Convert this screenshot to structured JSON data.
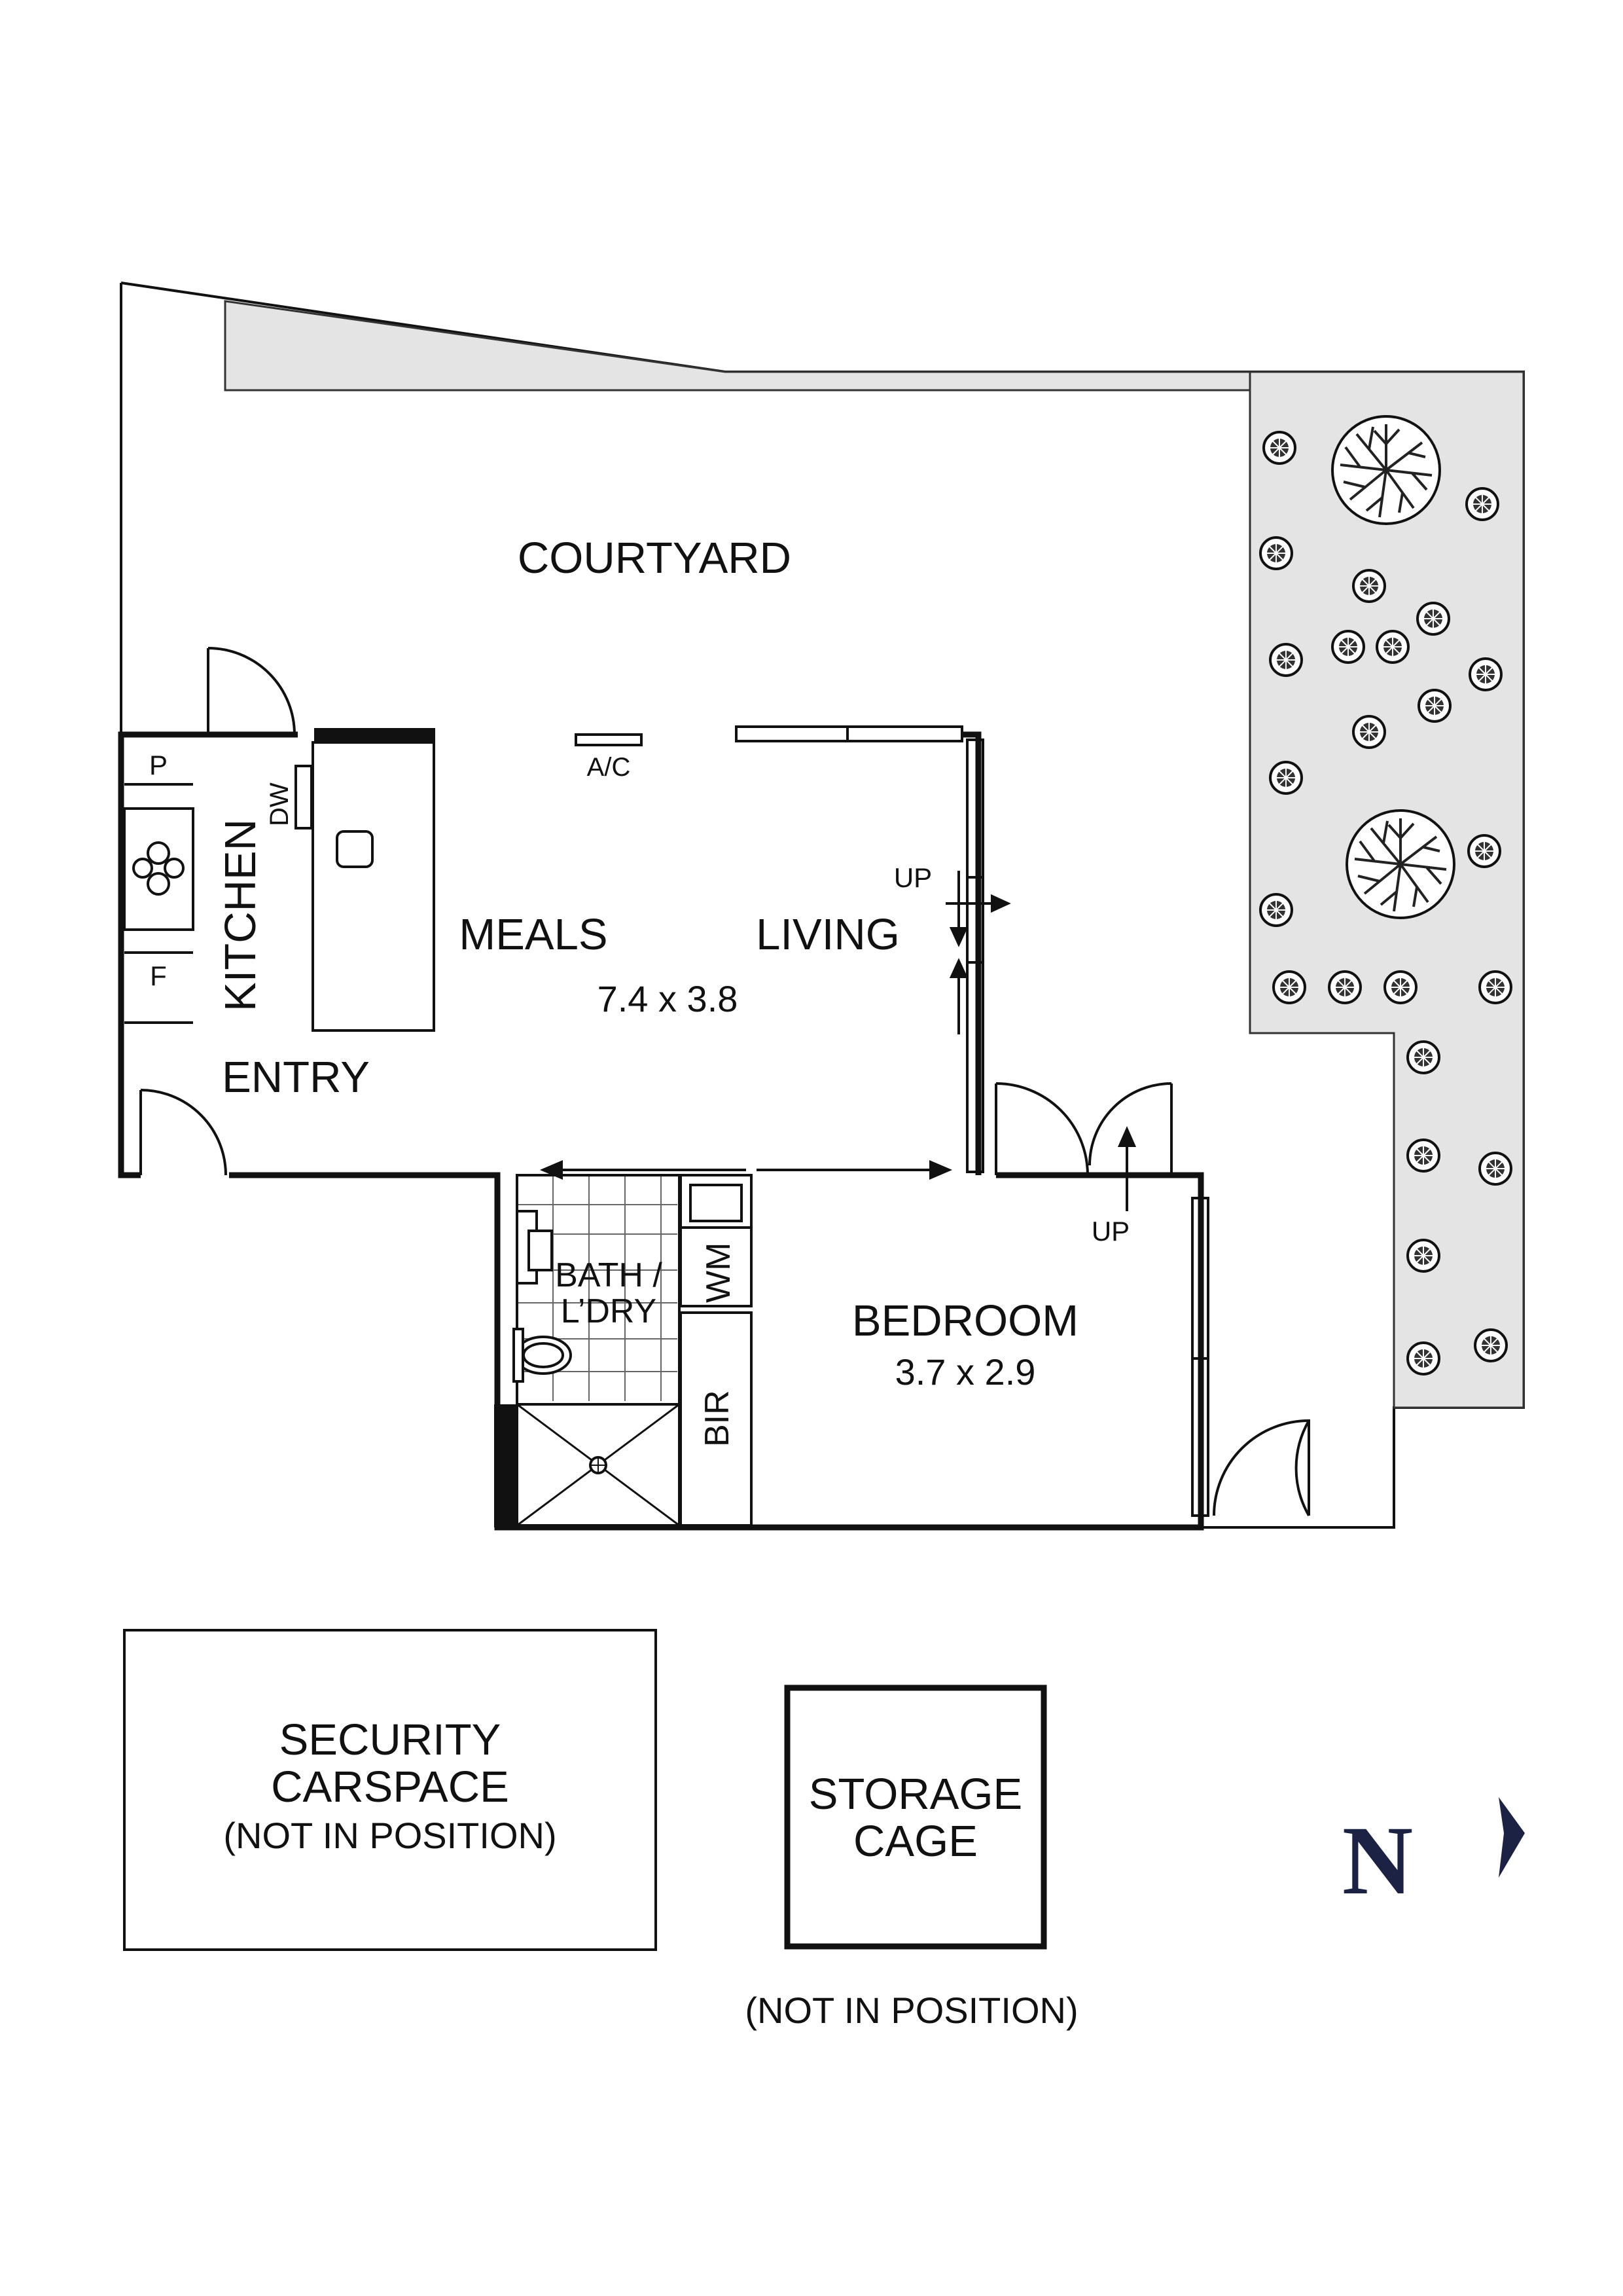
{
  "labels": {
    "courtyard": "COURTYARD",
    "kitchen": "KITCHEN",
    "pantry": "P",
    "fridge": "F",
    "dishwasher": "DW",
    "aircon": "A/C",
    "meals": "MEALS",
    "living": "LIVING",
    "main_dims": "7.4 x 3.8",
    "entry": "ENTRY",
    "up_living": "UP",
    "up_bedroom": "UP",
    "bath_line1": "BATH /",
    "bath_line2": "L’DRY",
    "wm": "WM",
    "bir": "BIR",
    "bedroom": "BEDROOM",
    "bedroom_dims": "3.7 x 2.9"
  },
  "carspace": {
    "line1": "SECURITY",
    "line2": "CARSPACE",
    "line3": "(NOT IN POSITION)"
  },
  "storage": {
    "line1": "STORAGE",
    "line2": "CAGE",
    "note": "(NOT IN POSITION)"
  },
  "compass": {
    "letter": "N",
    "color": "#1b2244"
  },
  "colors": {
    "wall": "#111111",
    "landscape": "#e4e4e4"
  }
}
